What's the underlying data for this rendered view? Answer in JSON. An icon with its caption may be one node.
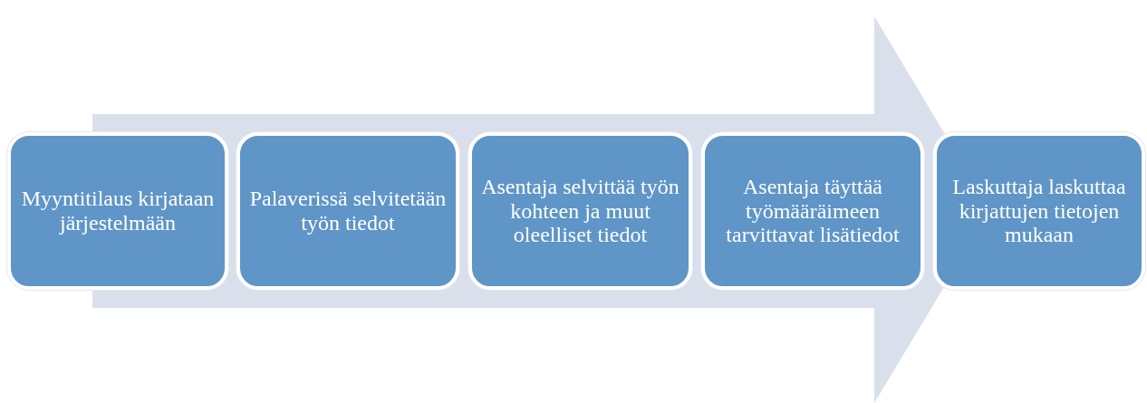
{
  "diagram": {
    "nodes": [
      {
        "text": [
          "Myyntitilaus kirjataan järjestelmään"
        ]
      },
      {
        "text": [
          "Palaverissä selvitetään työn tiedot"
        ]
      },
      {
        "text": [
          "Asentaja selvittää työn kohteen ja muut oleelliset tiedot"
        ]
      },
      {
        "text": [
          "Asentaja täyttää työmääräimeen tarvittavat lisätiedot"
        ]
      },
      {
        "text": [
          "Laskuttaja laskuttaa kirjattujen tietojen mukaan"
        ]
      }
    ]
  }
}
